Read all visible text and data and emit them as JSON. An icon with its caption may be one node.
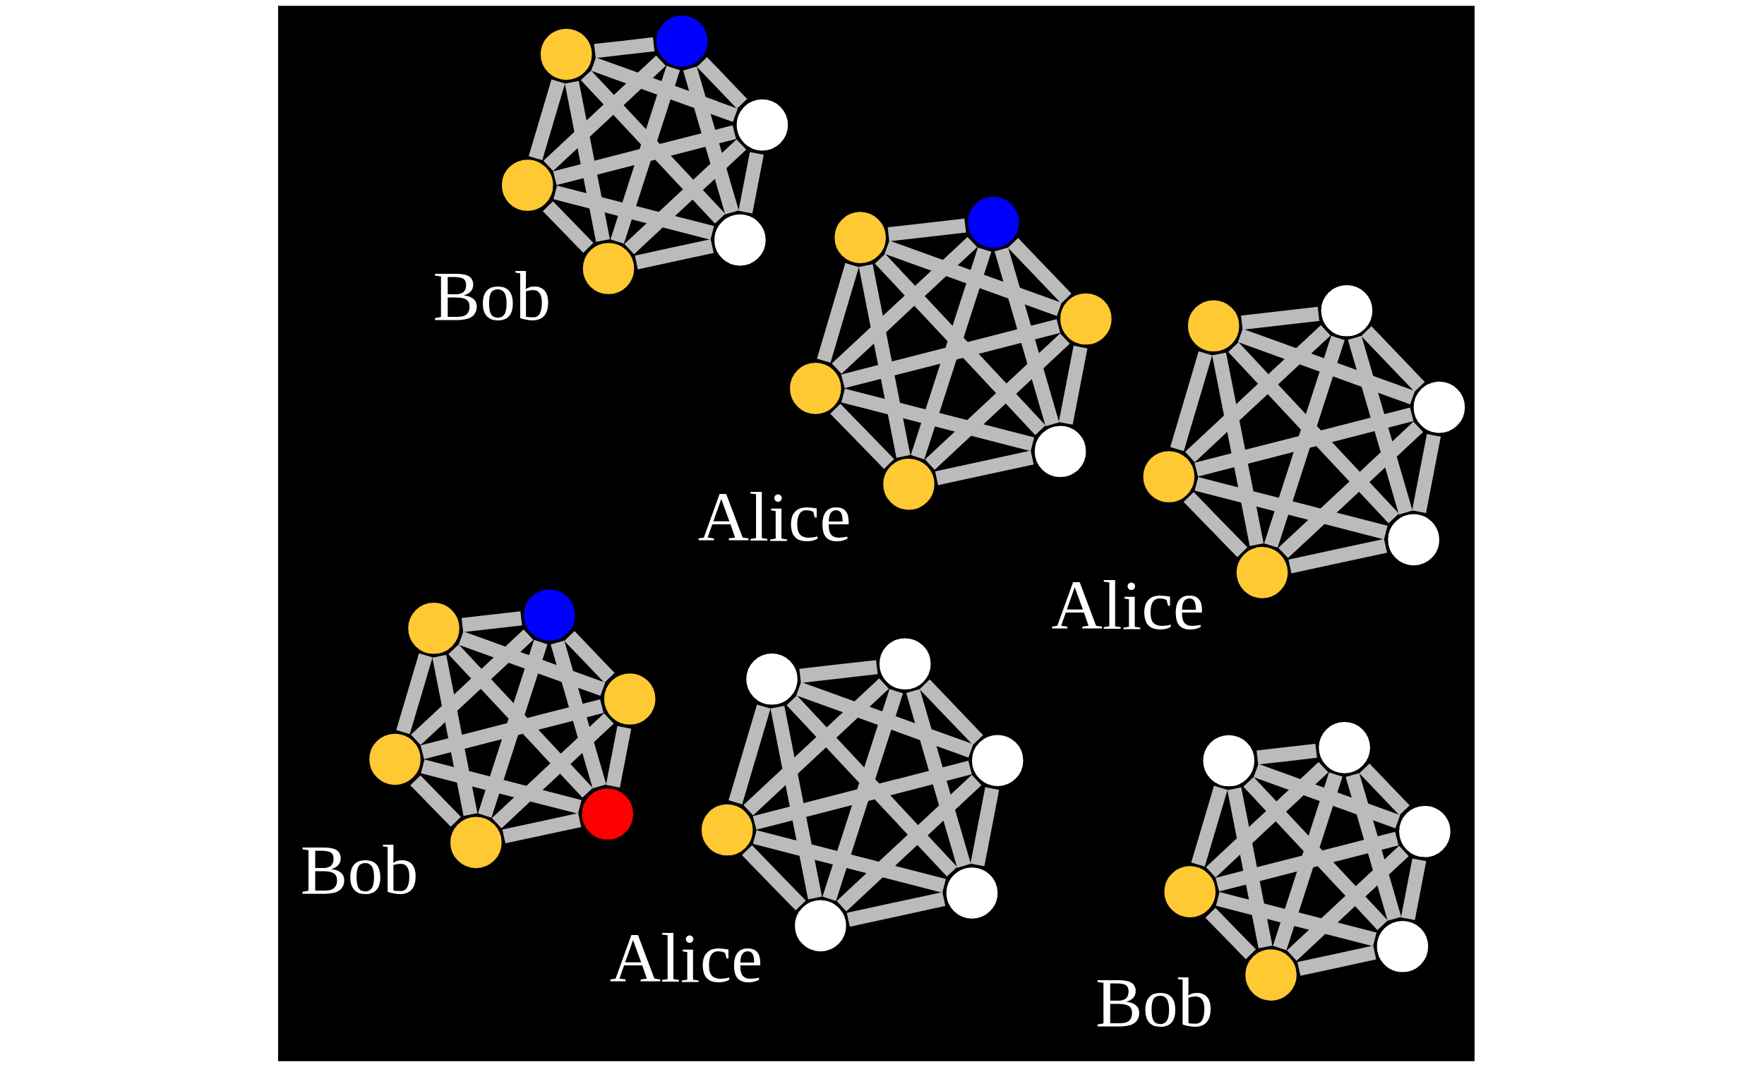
{
  "diagram": {
    "nodes": [
      {
        "text": [],
        "shape": "circle"
      },
      {
        "text": [],
        "shape": "circle"
      },
      {
        "text": [],
        "shape": "circle"
      },
      {
        "text": [],
        "shape": "circle"
      },
      {
        "text": [],
        "shape": "circle"
      },
      {
        "text": [],
        "shape": "circle"
      },
      {
        "text": [],
        "shape": "circle"
      },
      {
        "text": [],
        "shape": "circle"
      },
      {
        "text": [],
        "shape": "circle"
      },
      {
        "text": [],
        "shape": "circle"
      },
      {
        "text": [],
        "shape": "circle"
      },
      {
        "text": [],
        "shape": "circle"
      },
      {
        "text": [],
        "shape": "circle"
      },
      {
        "text": [],
        "shape": "circle"
      },
      {
        "text": [],
        "shape": "circle"
      },
      {
        "text": [],
        "shape": "circle"
      },
      {
        "text": [],
        "shape": "circle"
      },
      {
        "text": [],
        "shape": "circle"
      },
      {
        "text": [],
        "shape": "circle"
      },
      {
        "text": [],
        "shape": "circle"
      },
      {
        "text": [],
        "shape": "circle"
      },
      {
        "text": [],
        "shape": "circle"
      },
      {
        "text": [],
        "shape": "circle"
      },
      {
        "text": [],
        "shape": "circle"
      },
      {
        "text": [],
        "shape": "circle"
      },
      {
        "text": [],
        "shape": "circle"
      },
      {
        "text": [],
        "shape": "circle"
      },
      {
        "text": [],
        "shape": "circle"
      },
      {
        "text": [],
        "shape": "circle"
      },
      {
        "text": [],
        "shape": "circle"
      },
      {
        "text": [],
        "shape": "circle"
      },
      {
        "text": [],
        "shape": "circle"
      },
      {
        "text": [],
        "shape": "circle"
      },
      {
        "text": [],
        "shape": "circle"
      },
      {
        "text": [],
        "shape": "circle"
      },
      {
        "text": [],
        "shape": "circle"
      }
    ],
    "edges": [
      {
        "from": 0,
        "to": 1,
        "arrow": "none"
      },
      {
        "from": 0,
        "to": 2,
        "arrow": "none"
      },
      {
        "from": 0,
        "to": 3,
        "arrow": "none"
      },
      {
        "from": 0,
        "to": 4,
        "arrow": "none"
      },
      {
        "from": 0,
        "to": 5,
        "arrow": "none"
      },
      {
        "from": 1,
        "to": 2,
        "arrow": "none"
      },
      {
        "from": 1,
        "to": 3,
        "arrow": "none"
      },
      {
        "from": 1,
        "to": 4,
        "arrow": "none"
      },
      {
        "from": 1,
        "to": 5,
        "arrow": "none"
      },
      {
        "from": 2,
        "to": 3,
        "arrow": "none"
      },
      {
        "from": 2,
        "to": 4,
        "arrow": "none"
      },
      {
        "from": 2,
        "to": 5,
        "arrow": "none"
      },
      {
        "from": 3,
        "to": 4,
        "arrow": "none"
      },
      {
        "from": 3,
        "to": 5,
        "arrow": "none"
      },
      {
        "from": 4,
        "to": 5,
        "arrow": "none"
      },
      {
        "from": 6,
        "to": 7,
        "arrow": "none"
      },
      {
        "from": 6,
        "to": 8,
        "arrow": "none"
      },
      {
        "from": 6,
        "to": 9,
        "arrow": "none"
      },
      {
        "from": 6,
        "to": 10,
        "arrow": "none"
      },
      {
        "from": 6,
        "to": 11,
        "arrow": "none"
      },
      {
        "from": 7,
        "to": 8,
        "arrow": "none"
      },
      {
        "from": 7,
        "to": 9,
        "arrow": "none"
      },
      {
        "from": 7,
        "to": 10,
        "arrow": "none"
      },
      {
        "from": 7,
        "to": 11,
        "arrow": "none"
      },
      {
        "from": 8,
        "to": 9,
        "arrow": "none"
      },
      {
        "from": 8,
        "to": 10,
        "arrow": "none"
      },
      {
        "from": 8,
        "to": 11,
        "arrow": "none"
      },
      {
        "from": 9,
        "to": 10,
        "arrow": "none"
      },
      {
        "from": 9,
        "to": 11,
        "arrow": "none"
      },
      {
        "from": 10,
        "to": 11,
        "arrow": "none"
      },
      {
        "from": 12,
        "to": 13,
        "arrow": "none"
      },
      {
        "from": 12,
        "to": 14,
        "arrow": "none"
      },
      {
        "from": 12,
        "to": 15,
        "arrow": "none"
      },
      {
        "from": 12,
        "to": 16,
        "arrow": "none"
      },
      {
        "from": 12,
        "to": 17,
        "arrow": "none"
      },
      {
        "from": 13,
        "to": 14,
        "arrow": "none"
      },
      {
        "from": 13,
        "to": 15,
        "arrow": "none"
      },
      {
        "from": 13,
        "to": 16,
        "arrow": "none"
      },
      {
        "from": 13,
        "to": 17,
        "arrow": "none"
      },
      {
        "from": 14,
        "to": 15,
        "arrow": "none"
      },
      {
        "from": 14,
        "to": 16,
        "arrow": "none"
      },
      {
        "from": 14,
        "to": 17,
        "arrow": "none"
      },
      {
        "from": 15,
        "to": 16,
        "arrow": "none"
      },
      {
        "from": 15,
        "to": 17,
        "arrow": "none"
      },
      {
        "from": 16,
        "to": 17,
        "arrow": "none"
      },
      {
        "from": 18,
        "to": 19,
        "arrow": "none"
      },
      {
        "from": 18,
        "to": 20,
        "arrow": "none"
      },
      {
        "from": 18,
        "to": 21,
        "arrow": "none"
      },
      {
        "from": 18,
        "to": 22,
        "arrow": "none"
      },
      {
        "from": 18,
        "to": 23,
        "arrow": "none"
      },
      {
        "from": 19,
        "to": 20,
        "arrow": "none"
      },
      {
        "from": 19,
        "to": 21,
        "arrow": "none"
      },
      {
        "from": 19,
        "to": 22,
        "arrow": "none"
      },
      {
        "from": 19,
        "to": 23,
        "arrow": "none"
      },
      {
        "from": 20,
        "to": 21,
        "arrow": "none"
      },
      {
        "from": 20,
        "to": 22,
        "arrow": "none"
      },
      {
        "from": 20,
        "to": 23,
        "arrow": "none"
      },
      {
        "from": 21,
        "to": 22,
        "arrow": "none"
      },
      {
        "from": 21,
        "to": 23,
        "arrow": "none"
      },
      {
        "from": 22,
        "to": 23,
        "arrow": "none"
      },
      {
        "from": 24,
        "to": 25,
        "arrow": "none"
      },
      {
        "from": 24,
        "to": 26,
        "arrow": "none"
      },
      {
        "from": 24,
        "to": 27,
        "arrow": "none"
      },
      {
        "from": 24,
        "to": 28,
        "arrow": "none"
      },
      {
        "from": 24,
        "to": 29,
        "arrow": "none"
      },
      {
        "from": 25,
        "to": 26,
        "arrow": "none"
      },
      {
        "from": 25,
        "to": 27,
        "arrow": "none"
      },
      {
        "from": 25,
        "to": 28,
        "arrow": "none"
      },
      {
        "from": 25,
        "to": 29,
        "arrow": "none"
      },
      {
        "from": 26,
        "to": 27,
        "arrow": "none"
      },
      {
        "from": 26,
        "to": 28,
        "arrow": "none"
      },
      {
        "from": 26,
        "to": 29,
        "arrow": "none"
      },
      {
        "from": 27,
        "to": 28,
        "arrow": "none"
      },
      {
        "from": 27,
        "to": 29,
        "arrow": "none"
      },
      {
        "from": 28,
        "to": 29,
        "arrow": "none"
      },
      {
        "from": 30,
        "to": 31,
        "arrow": "none"
      },
      {
        "from": 30,
        "to": 32,
        "arrow": "none"
      },
      {
        "from": 30,
        "to": 33,
        "arrow": "none"
      },
      {
        "from": 30,
        "to": 34,
        "arrow": "none"
      },
      {
        "from": 30,
        "to": 35,
        "arrow": "none"
      },
      {
        "from": 31,
        "to": 32,
        "arrow": "none"
      },
      {
        "from": 31,
        "to": 33,
        "arrow": "none"
      },
      {
        "from": 31,
        "to": 34,
        "arrow": "none"
      },
      {
        "from": 31,
        "to": 35,
        "arrow": "none"
      },
      {
        "from": 32,
        "to": 33,
        "arrow": "none"
      },
      {
        "from": 32,
        "to": 34,
        "arrow": "none"
      },
      {
        "from": 32,
        "to": 35,
        "arrow": "none"
      },
      {
        "from": 33,
        "to": 34,
        "arrow": "none"
      },
      {
        "from": 33,
        "to": 35,
        "arrow": "none"
      },
      {
        "from": 34,
        "to": 35,
        "arrow": "none"
      }
    ],
    "labels": [
      "Alice",
      "Bob",
      "Alice",
      "Bob",
      "Alice",
      "Bob"
    ]
  }
}
